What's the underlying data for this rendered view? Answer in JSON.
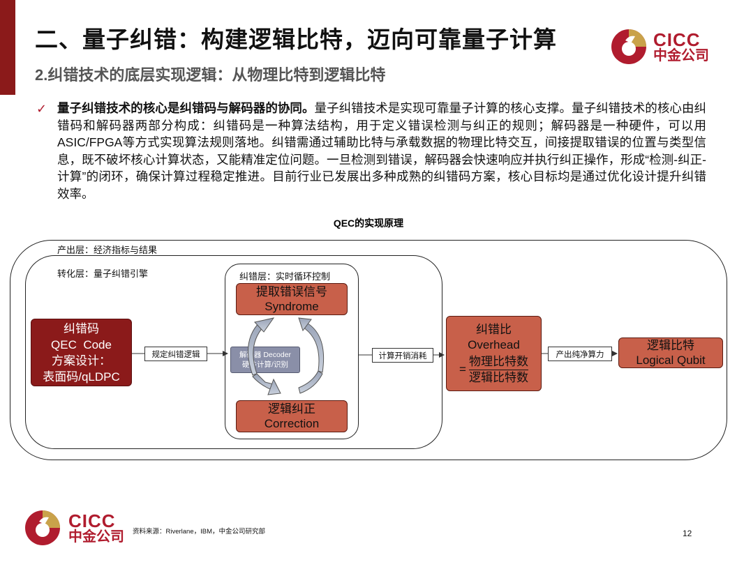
{
  "header": {
    "title": "二、量子纠错：构建逻辑比特，迈向可靠量子计算",
    "subtitle": "2.纠错技术的底层实现逻辑：从物理比特到逻辑比特"
  },
  "logo": {
    "latin": "CICC",
    "cn": "中金公司"
  },
  "body": {
    "check": "✓",
    "lead": "量子纠错技术的核心是纠错码与解码器的协同。",
    "text": "量子纠错技术是实现可靠量子计算的核心支撑。量子纠错技术的核心由纠错码和解码器两部分构成：纠错码是一种算法结构，用于定义错误检测与纠正的规则；解码器是一种硬件，可以用ASIC/FPGA等方式实现算法规则落地。纠错需通过辅助比特与承载数据的物理比特交互，间接提取错误的位置与类型信息，既不破坏核心计算状态，又能精准定位问题。一旦检测到错误，解码器会快速响应并执行纠正操作，形成“检测-纠正-计算”的闭环，确保计算过程稳定推进。目前行业已发展出多种成熟的纠错码方案，核心目标均是通过优化设计提升纠错效率。"
  },
  "diagram": {
    "title": "QEC的实现原理",
    "output_layer": "产出层：经济指标与结果",
    "transform_layer": "转化层：量子纠错引擎",
    "correction_layer": "纠错层：实时循环控制",
    "qec_code": {
      "line1": "纠错码",
      "line2": "QEC  Code",
      "line3": "方案设计：",
      "line4": "表面码/qLDPC"
    },
    "conn_rules": "规定纠错逻辑",
    "syndrome": {
      "cn": "提取错误信号",
      "en": "Syndrome"
    },
    "decoder": {
      "line1": "解码器 Decoder",
      "line2": "硬件计算/识别"
    },
    "correction": {
      "cn": "逻辑纠正",
      "en": "Correction"
    },
    "conn_cost": "计算开销消耗",
    "overhead": {
      "cn": "纠错比",
      "en": "Overhead",
      "eq": "=",
      "numerator": "物理比特数",
      "denominator": "逻辑比特数"
    },
    "conn_output": "产出纯净算力",
    "logical": {
      "cn": "逻辑比特",
      "en": "Logical Qubit"
    },
    "colors": {
      "red_dark": "#8b1a1a",
      "red_box": "#c8604a",
      "gray_box": "#8a8fa8",
      "brand": "#b01c2e"
    }
  },
  "footer": {
    "source": "资料来源：Riverlane，IBM，中金公司研究部",
    "page": "12"
  }
}
